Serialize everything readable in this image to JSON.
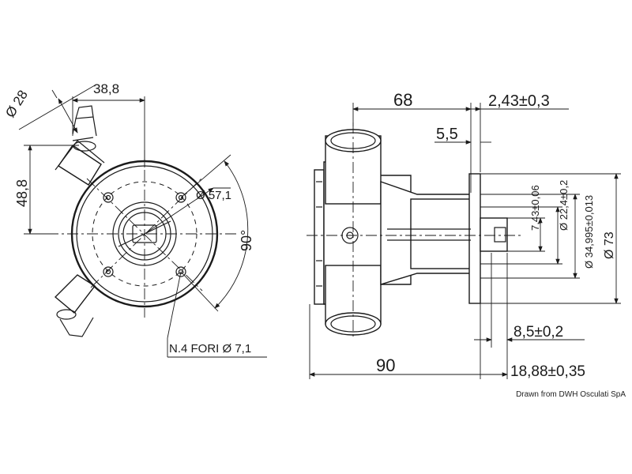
{
  "front_view": {
    "dims": {
      "d28": "Ø 28",
      "w38_8": "38,8",
      "h48_8": "48,8",
      "d57_1": "Ø 57,1",
      "angle90": "90°",
      "holes": "N.4 FORI Ø 7,1"
    }
  },
  "side_view": {
    "dims": {
      "w68": "68",
      "w90": "90",
      "d5_5": "5,5",
      "d2_43": "2,43±0,3",
      "d8_5": "8,5±0,2",
      "d18_88": "18,88±0,35",
      "d7_43": "7,43±0,06",
      "d22_4": "Ø 22,4±0,2",
      "d34_995": "Ø 34,995±0,013",
      "d73": "Ø 73"
    }
  },
  "credit": "Drawn from DWH Osculati SpA"
}
